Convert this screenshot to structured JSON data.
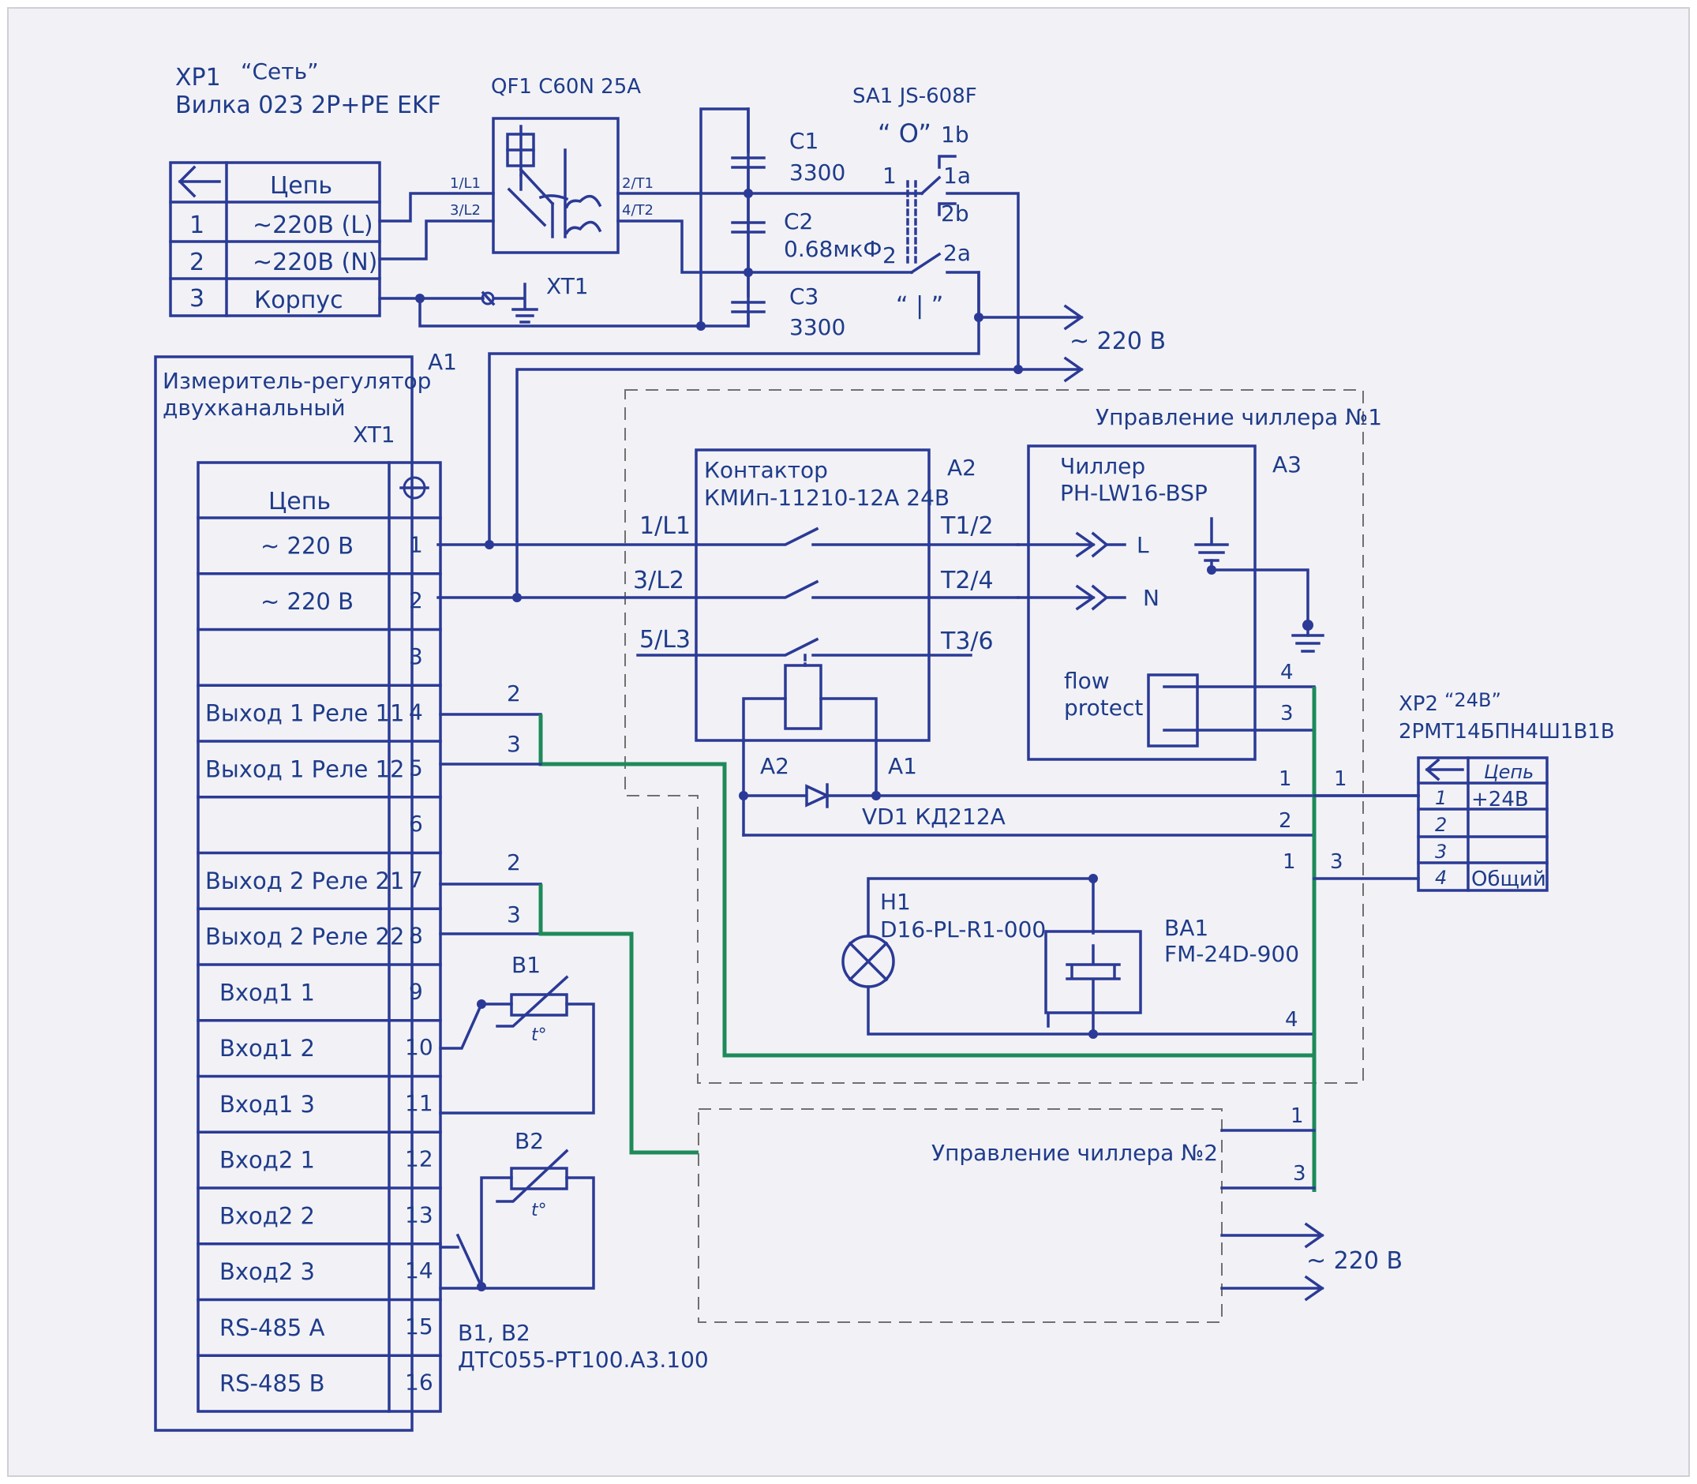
{
  "xp1": {
    "ref": "XP1",
    "name": "“Сеть”",
    "desc": "Вилка 023 2P+PE EKF",
    "header": "Цепь",
    "rows": [
      {
        "n": "1",
        "label": "~220В (L)"
      },
      {
        "n": "2",
        "label": "~220В (N)"
      },
      {
        "n": "3",
        "label": "Корпус"
      }
    ]
  },
  "qf1": {
    "label": "QF1 C60N 25A",
    "p1": "1/L1",
    "p2": "3/L2",
    "p3": "2/T1",
    "p4": "4/T2"
  },
  "xt1_ground": "XT1",
  "caps": [
    {
      "ref": "C1",
      "value": "3300"
    },
    {
      "ref": "C2",
      "value": "0.68мкФ"
    },
    {
      "ref": "C3",
      "value": "3300"
    }
  ],
  "sa1": {
    "label": "SA1  JS-608F",
    "off": "“ O”",
    "on": "“ | ”",
    "c1b": "1b",
    "c1a": "1a",
    "c2b": "2b",
    "c2a": "2a",
    "p1": "1",
    "p2": "2"
  },
  "out_220_top": "~ 220 В",
  "a1": {
    "ref": "A1",
    "title1": "Измеритель-регулятор",
    "title2": "двухканальный",
    "xt": "XT1",
    "header": "Цепь",
    "rows": [
      {
        "label": "~ 220 В",
        "n": "1"
      },
      {
        "label": "~ 220 В",
        "n": "2"
      },
      {
        "label": "",
        "n": "3"
      },
      {
        "label": "Выход 1  Реле 11",
        "n": "4"
      },
      {
        "label": "Выход 1  Реле 12",
        "n": "5"
      },
      {
        "label": "",
        "n": "6"
      },
      {
        "label": "Выход 2  Реле 21",
        "n": "7"
      },
      {
        "label": "Выход 2  Реле 22",
        "n": "8"
      },
      {
        "label": "Вход1  1",
        "n": "9"
      },
      {
        "label": "Вход1  2",
        "n": "10"
      },
      {
        "label": "Вход1  3",
        "n": "11"
      },
      {
        "label": "Вход2  1",
        "n": "12"
      },
      {
        "label": "Вход2  2",
        "n": "13"
      },
      {
        "label": "Вход2  3",
        "n": "14"
      },
      {
        "label": "RS-485  A",
        "n": "15"
      },
      {
        "label": "RS-485  B",
        "n": "16"
      }
    ]
  },
  "chiller1": {
    "title": "Управление чиллера №1"
  },
  "a2": {
    "ref": "A2",
    "title1": "Контактор",
    "title2": "КМИп-11210-12А 24В",
    "in1": "1/L1",
    "in2": "3/L2",
    "in3": "5/L3",
    "out1": "T1/2",
    "out2": "T2/4",
    "out3": "T3/6",
    "coil_a2": "A2",
    "coil_a1": "A1"
  },
  "a3": {
    "ref": "A3",
    "title1": "Чиллер",
    "title2": "PH-LW16-BSP",
    "l": "L",
    "n": "N",
    "flow1": "flow",
    "flow2": "protect",
    "p4": "4",
    "p3": "3"
  },
  "vd1": "VD1 КД212А",
  "h1": {
    "ref": "H1",
    "model": "D16-PL-R1-000"
  },
  "ba1": {
    "ref": "BA1",
    "model": "FM-24D-900"
  },
  "xp2": {
    "ref": "XP2",
    "name": "“24В”",
    "model": "2РМТ14БПН4Ш1В1В",
    "header": "Цепь",
    "rows": [
      {
        "n": "1",
        "label": "+24В"
      },
      {
        "n": "2",
        "label": ""
      },
      {
        "n": "3",
        "label": ""
      },
      {
        "n": "4",
        "label": "Общий"
      }
    ]
  },
  "wires": {
    "w2a": "2",
    "w3a": "3",
    "w2b": "2",
    "w3b": "3",
    "r1": "1",
    "r2": "2",
    "r1b": "1",
    "r3": "3",
    "r4": "4",
    "xp2_1": "1",
    "xp2_3": "3",
    "c2_1": "1",
    "c2_3": "3"
  },
  "b1": {
    "ref": "B1",
    "t": "t°"
  },
  "b2": {
    "ref": "B2",
    "t": "t°"
  },
  "sensors": {
    "ref": "B1, B2",
    "model": "ДТС055-PT100.А3.100"
  },
  "chiller2": {
    "title": "Управление чиллера №2",
    "out": "~ 220 В"
  },
  "colors": {
    "wire": "#2b3a96",
    "green": "#1e8a5a",
    "dashed": "#707070"
  }
}
